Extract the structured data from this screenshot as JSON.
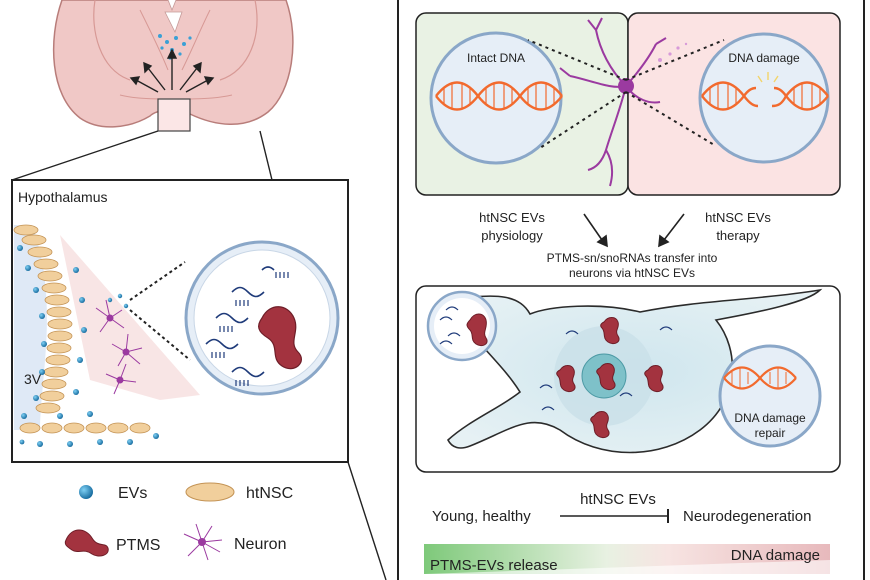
{
  "brain": {
    "hypothalamus_label": "Hypothalamus",
    "ventricle_label": "3V"
  },
  "legend": {
    "evs": "EVs",
    "htnsc": "htNSC",
    "ptms": "PTMS",
    "neuron": "Neuron"
  },
  "panels": {
    "intact_dna": "Intact DNA",
    "dna_damage": "DNA damage",
    "physiology_line1": "htNSC EVs",
    "physiology_line2": "physiology",
    "therapy_line1": "htNSC EVs",
    "therapy_line2": "therapy",
    "transfer_line1": "PTMS-sn/snoRNAs transfer into",
    "transfer_line2": "neurons via htNSC EVs",
    "repair_line1": "DNA damage",
    "repair_line2": "repair"
  },
  "outcome": {
    "young": "Young, healthy",
    "inhibitor": "htNSC EVs",
    "neurodegeneration": "Neurodegeneration",
    "release": "PTMS-EVs release",
    "damage": "DNA damage"
  },
  "colors": {
    "brain_fill": "#f0c8c6",
    "brain_stroke": "#b87d7a",
    "green_panel": "#e9f2e4",
    "pink_panel": "#fbe3e3",
    "ev_blue": "#1f86bf",
    "htnsc": "#f1cf9c",
    "ptms": "#a3333f",
    "neuron": "#9b3aa0",
    "dna": "#f26a2e"
  }
}
